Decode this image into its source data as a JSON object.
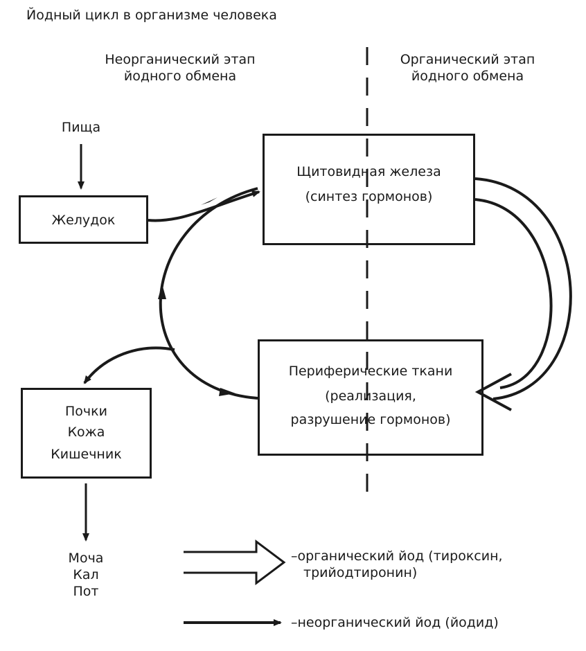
{
  "title": "Йодный цикл в организме человека",
  "stages": {
    "inorganic": [
      "Неорганический этап",
      "йодного обмена"
    ],
    "organic": [
      "Органический этап",
      "йодного обмена"
    ]
  },
  "nodes": {
    "food": "Пища",
    "stomach": "Желудок",
    "thyroid": [
      "Щитовидная железа",
      "(синтез гормонов)"
    ],
    "tissues": [
      "Периферические ткани",
      "(реализация,",
      "разрушение гормонов)"
    ],
    "excretory_organs": [
      "Почки",
      "Кожа",
      "Кишечник"
    ],
    "excreta": [
      "Моча",
      "Кал",
      "Пот"
    ]
  },
  "legend": {
    "organic": [
      "–органический йод (тироксин,",
      "трийодтиронин)"
    ],
    "inorganic": "–неорганический йод (йодид)"
  }
}
